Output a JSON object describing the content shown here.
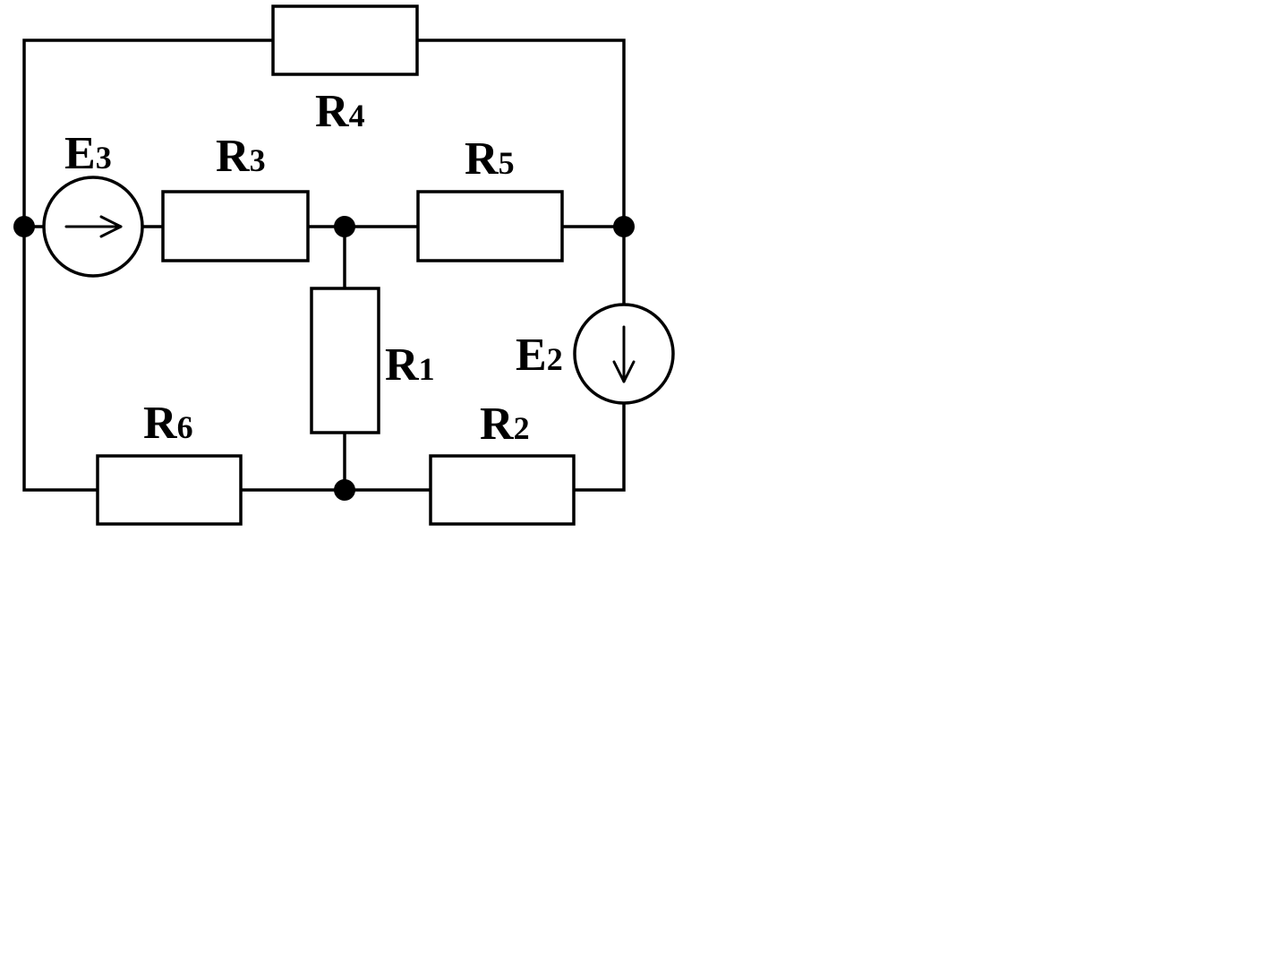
{
  "components": [
    {
      "id": "R4",
      "letter": "R",
      "index": "4"
    },
    {
      "id": "R3",
      "letter": "R",
      "index": "3"
    },
    {
      "id": "R5",
      "letter": "R",
      "index": "5"
    },
    {
      "id": "R1",
      "letter": "R",
      "index": "1"
    },
    {
      "id": "R6",
      "letter": "R",
      "index": "6"
    },
    {
      "id": "R2",
      "letter": "R",
      "index": "2"
    },
    {
      "id": "E3",
      "letter": "E",
      "index": "3"
    },
    {
      "id": "E2",
      "letter": "E",
      "index": "2"
    }
  ],
  "colors": {
    "line": "#000000",
    "background": "#ffffff"
  }
}
